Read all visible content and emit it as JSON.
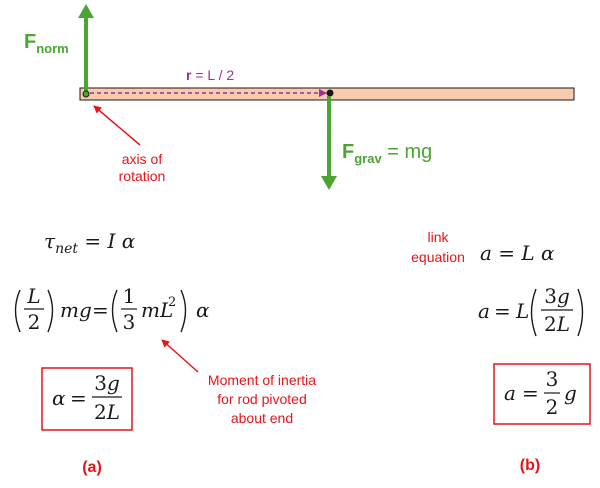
{
  "colors": {
    "force_green": "#4aa532",
    "rod_fill": "#f8cbad",
    "radius_purple": "#9b2f9b",
    "annotation_red": "#e8141a",
    "text_dark": "#1a1a1a"
  },
  "diagram": {
    "normal_force": {
      "symbol": "F",
      "subscript": "norm"
    },
    "gravity_force": {
      "symbol": "F",
      "subscript": "grav",
      "value": " = mg"
    },
    "radius": {
      "symbol": "r",
      "value": " = L / 2"
    },
    "axis_label": [
      "axis of",
      "rotation"
    ]
  },
  "part_a": {
    "torque_equation": "τnet = I α",
    "moment_of_inertia_note": [
      "Moment of inertia",
      "for rod pivoted",
      "about end"
    ],
    "label": "(a)"
  },
  "part_b": {
    "link_note": [
      "link",
      "equation"
    ],
    "link_equation": "a = L α",
    "label": "(b)"
  }
}
